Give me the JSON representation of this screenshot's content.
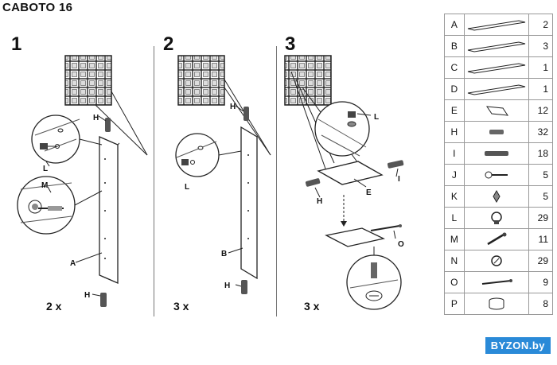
{
  "title": "CABOTO 16",
  "steps": [
    {
      "number": "1",
      "multiplier": "2 x"
    },
    {
      "number": "2",
      "multiplier": "3 x"
    },
    {
      "number": "3",
      "multiplier": "3 x"
    }
  ],
  "callouts": {
    "step1": {
      "h_top": "H",
      "l": "L",
      "m": "M",
      "a": "A",
      "h_bottom": "H"
    },
    "step2": {
      "h_top": "H",
      "l": "L",
      "b": "B",
      "h_bottom": "H"
    },
    "step3": {
      "l": "L",
      "i": "I",
      "h": "H",
      "e": "E",
      "o": "O"
    }
  },
  "parts": [
    {
      "code": "A",
      "qty": "2",
      "icon": "long-shelf-board-icon"
    },
    {
      "code": "B",
      "qty": "3",
      "icon": "long-shelf-board-icon"
    },
    {
      "code": "C",
      "qty": "1",
      "icon": "long-shelf-board-icon"
    },
    {
      "code": "D",
      "qty": "1",
      "icon": "long-shelf-board-icon"
    },
    {
      "code": "E",
      "qty": "12",
      "icon": "small-panel-icon"
    },
    {
      "code": "H",
      "qty": "32",
      "icon": "wooden-dowel-icon"
    },
    {
      "code": "I",
      "qty": "18",
      "icon": "long-dowel-icon"
    },
    {
      "code": "J",
      "qty": "5",
      "icon": "screw-icon"
    },
    {
      "code": "K",
      "qty": "5",
      "icon": "wall-plug-icon"
    },
    {
      "code": "L",
      "qty": "29",
      "icon": "cam-lock-icon"
    },
    {
      "code": "M",
      "qty": "11",
      "icon": "cam-bolt-icon"
    },
    {
      "code": "N",
      "qty": "29",
      "icon": "cam-cover-icon"
    },
    {
      "code": "O",
      "qty": "9",
      "icon": "connector-bolt-icon"
    },
    {
      "code": "P",
      "qty": "8",
      "icon": "leveling-foot-icon"
    }
  ],
  "brand": "BYZON.by"
}
